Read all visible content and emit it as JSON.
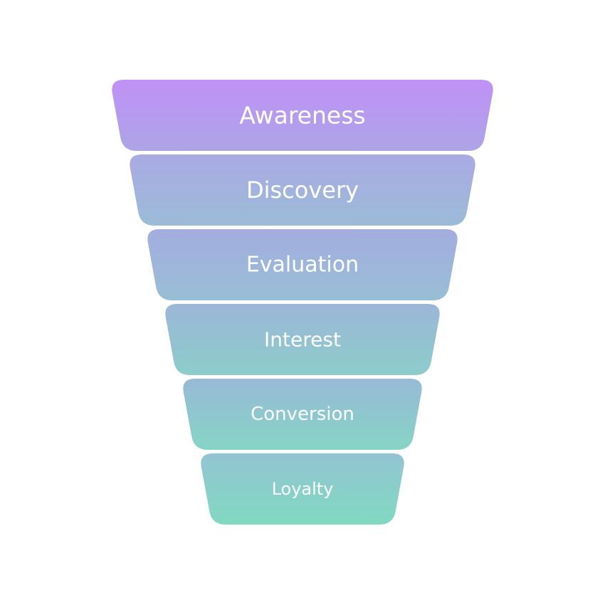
{
  "funnel": {
    "stages": [
      {
        "label": "Awareness",
        "color_top": "#c091f7",
        "color_bottom": "#ada4e6"
      },
      {
        "label": "Discovery",
        "color_top": "#aaaae4",
        "color_bottom": "#9bbbd7"
      },
      {
        "label": "Evaluation",
        "color_top": "#a4addf",
        "color_bottom": "#98bed6"
      },
      {
        "label": "Interest",
        "color_top": "#9bb6d8",
        "color_bottom": "#8dcdcb"
      },
      {
        "label": "Conversion",
        "color_top": "#98bad7",
        "color_bottom": "#86d4c6"
      },
      {
        "label": "Loyalty",
        "color_top": "#93c4d3",
        "color_bottom": "#80d9c1"
      }
    ]
  }
}
